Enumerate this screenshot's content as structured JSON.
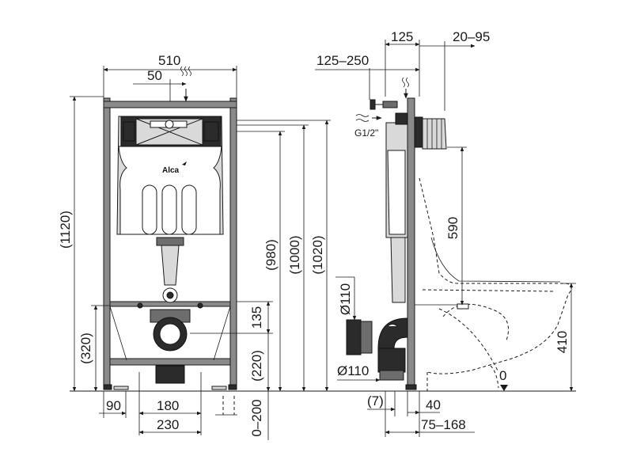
{
  "front_view": {
    "width_top": "510",
    "offset_top": "50",
    "height_total": "(1120)",
    "height_left": "(320)",
    "gap_135": "135",
    "height_220": "(220)",
    "height_980": "(980)",
    "height_1000": "(1000)",
    "height_1020": "(1020)",
    "bottom_90": "90",
    "bottom_180": "180",
    "bottom_230": "230",
    "range_0_200": "0–200",
    "brand": "Alca"
  },
  "side_view": {
    "top_125": "125",
    "top_20_95": "20–95",
    "top_125_250": "125–250",
    "thread": "G1/2\"",
    "height_590": "590",
    "height_410": "410",
    "diameter_upper": "Ø110",
    "diameter_lower": "Ø110",
    "bottom_7": "(7)",
    "bottom_40": "40",
    "bottom_75_168": "75–168",
    "zero_mark": "0"
  },
  "colors": {
    "frame": "#8a8a8a",
    "dark": "#2b2b2b",
    "lines": "#1a1a1a"
  }
}
